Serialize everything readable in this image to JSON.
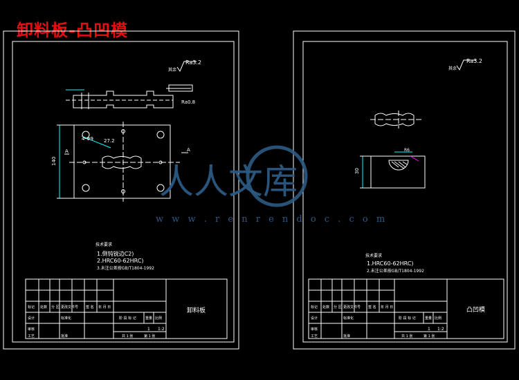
{
  "header": {
    "title": "卸料板-凸凹模"
  },
  "left_sheet": {
    "roughness": "Ra3.2",
    "roughness_symbol": "其余",
    "notes_title": "技术要求",
    "notes": [
      "1.倒钝锐边C2)",
      "2.HRC60-62HRC)",
      "3.未注公差按GB/T1804-1992"
    ],
    "dim_top": "Ra0.8",
    "dim_width": "27.2",
    "dim_hole": "4-Φ9",
    "dim_height": "140",
    "section_label": "A",
    "part_name": "卸料板",
    "scale": "1:2",
    "qty": "1",
    "sheet_total": "共 1 张",
    "sheet_no": "第 1 张"
  },
  "right_sheet": {
    "roughness": "Ra3.2",
    "roughness_symbol": "其余",
    "notes_title": "技术要求",
    "notes": [
      "1.HRC60-62HRC)",
      "2.未注公差按GB/T1804-1992"
    ],
    "dim_height": "30",
    "dim_r": "R6",
    "part_name": "凸凹模",
    "scale": "1:2",
    "qty": "1",
    "sheet_total": "共 1 张",
    "sheet_no": "第 1 张"
  },
  "title_block_labels": {
    "mark": "标记",
    "count": "处数",
    "zone": "分 区",
    "doc": "更改文件号",
    "sign": "签 名",
    "date": "年 月 日",
    "design": "设计",
    "std": "标准化",
    "check": "审核",
    "craft": "工艺",
    "approve": "批准",
    "stage": "阶 段 标 记",
    "weight": "重量",
    "ratio": "比例"
  },
  "watermark": {
    "text": "人人文库",
    "url": "w w w . r e n r e n d o c . c o m"
  },
  "colors": {
    "line": "#ffffff",
    "title": "#e01010",
    "watermark": "#2c5a83",
    "dim": "#00ffff"
  }
}
